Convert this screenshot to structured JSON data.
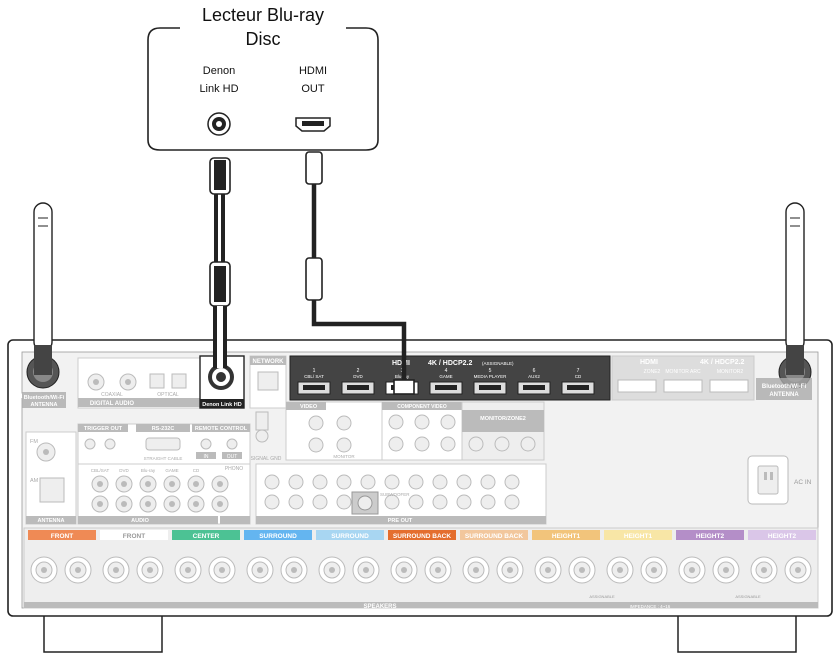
{
  "device": {
    "title_line1": "Lecteur Blu-ray",
    "title_line2": "Disc",
    "port1_line1": "Denon",
    "port1_line2": "Link HD",
    "port2_line1": "HDMI",
    "port2_line2": "OUT"
  },
  "receiver": {
    "antenna_label_line1": "Bluetooth/Wi-Fi",
    "antenna_label_line2": "ANTENNA",
    "network": "NETWORK",
    "denon_link": "Denon Link HD",
    "hdmi_in_header": "HDMI",
    "hdmi_spec": "4K / HDCP2.2",
    "assignable": "(ASSIGNABLE)",
    "hdmi_out_header": "HDMI",
    "hdmi_out_spec": "4K / HDCP2.2",
    "zone2": "ZONE2",
    "monitor_arc": "MONITOR ARC",
    "monitor2": "MONITOR2",
    "hdmi_inputs": [
      {
        "num": "1",
        "name": "CBL/ SAT"
      },
      {
        "num": "2",
        "name": "DVD"
      },
      {
        "num": "3",
        "name": "Blu-ray"
      },
      {
        "num": "4",
        "name": "GAME"
      },
      {
        "num": "5",
        "name": "MEDIA PLAYER"
      },
      {
        "num": "6",
        "name": "AUX2"
      },
      {
        "num": "7",
        "name": "CD"
      }
    ],
    "coaxial": "COAXIAL",
    "optical": "OPTICAL",
    "digital_audio": "DIGITAL AUDIO",
    "trigger_out": "TRIGGER OUT",
    "rs232c": "RS-232C",
    "remote_control": "REMOTE CONTROL",
    "straight_cable": "STRAIGHT CABLE",
    "in": "IN",
    "out": "OUT",
    "signal_gnd": "SIGNAL GND",
    "video": "VIDEO",
    "component_video": "COMPONENT VIDEO",
    "monitor_zone2": "MONITOR/ZONE2",
    "monitor": "MONITOR",
    "fm": "FM",
    "am": "AM",
    "antenna": "ANTENNA",
    "audio": "AUDIO",
    "phono": "PHONO",
    "audio_inputs": [
      "CBL/SAT",
      "DVD",
      "Blu-ray",
      "GAME",
      "CD"
    ],
    "pre_out": "PRE OUT",
    "subwoofer": "SUBWOOFER",
    "ac_in": "AC IN",
    "speakers": "SPEAKERS",
    "impedance": "IMPEDANCE : 4~16",
    "assignable_small": "ASSIGNABLE",
    "speaker_groups": [
      {
        "label": "FRONT",
        "color": "#ef8a55"
      },
      {
        "label": "FRONT",
        "color": "#ffffff"
      },
      {
        "label": "CENTER",
        "color": "#4cc294"
      },
      {
        "label": "SURROUND",
        "color": "#64b5f0"
      },
      {
        "label": "SURROUND",
        "color": "#a8d6f2"
      },
      {
        "label": "SURROUND BACK",
        "color": "#e46e2e"
      },
      {
        "label": "SURROUND BACK",
        "color": "#f2c79d"
      },
      {
        "label": "HEIGHT1",
        "color": "#f2c47b"
      },
      {
        "label": "HEIGHT1",
        "color": "#f8e6a6"
      },
      {
        "label": "HEIGHT2",
        "color": "#b48ec8"
      },
      {
        "label": "HEIGHT2",
        "color": "#dac6e8"
      }
    ]
  }
}
